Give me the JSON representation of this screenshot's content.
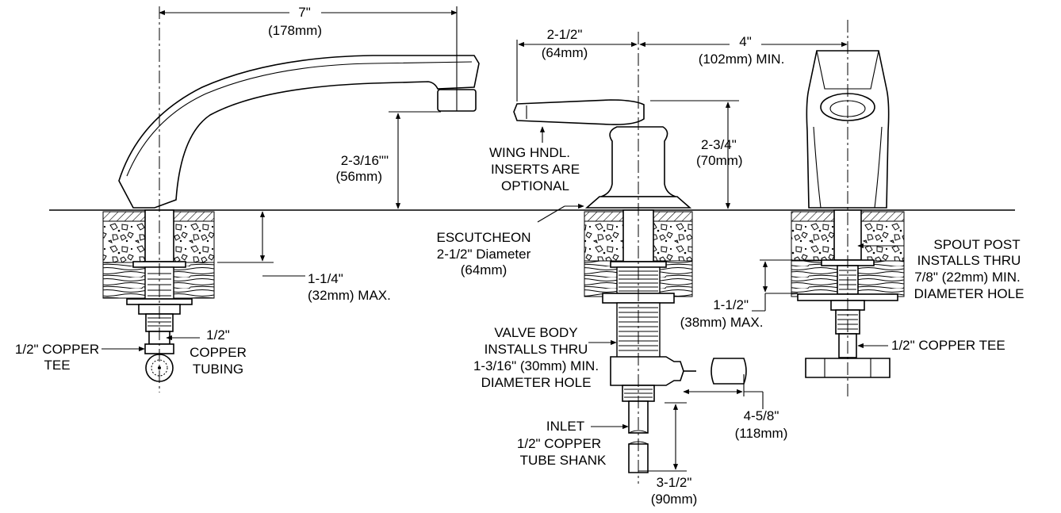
{
  "labels": {
    "dim_7in": "7\"",
    "dim_178mm": "(178mm)",
    "dim_2_3_16": "2-3/16\"\"",
    "dim_56mm": "(56mm)",
    "dim_1_1_4": "1-1/4\"",
    "dim_32mm_max": "(32mm) MAX.",
    "copper_tee_left_1": "1/2\" COPPER",
    "copper_tee_left_2": "TEE",
    "copper_tubing_1": "1/2\"",
    "copper_tubing_2": "COPPER",
    "copper_tubing_3": "TUBING",
    "dim_2_1_2": "2-1/2\"",
    "dim_64mm": "(64mm)",
    "dim_4in": "4\"",
    "dim_102mm_min": "(102mm) MIN.",
    "wing_1": "WING HNDL.",
    "wing_2": "INSERTS ARE",
    "wing_3": "OPTIONAL",
    "dim_2_3_4": "2-3/4\"",
    "dim_70mm": "(70mm)",
    "escutcheon_1": "ESCUTCHEON",
    "escutcheon_2": "2-1/2\" Diameter",
    "escutcheon_3": "(64mm)",
    "valve_1": "VALVE BODY",
    "valve_2": "INSTALLS THRU",
    "valve_3": "1-3/16\" (30mm) MIN.",
    "valve_4": "DIAMETER HOLE",
    "inlet_1": "INLET",
    "inlet_2": "1/2\" COPPER",
    "inlet_3": "TUBE SHANK",
    "dim_4_5_8": "4-5/8\"",
    "dim_118mm": "(118mm)",
    "dim_3_1_2": "3-1/2\"",
    "dim_90mm": "(90mm)",
    "dim_1_1_2": "1-1/2\"",
    "dim_38mm_max": "(38mm) MAX.",
    "spout_1": "SPOUT POST",
    "spout_2": "INSTALLS THRU",
    "spout_3": "7/8\" (22mm) MIN.",
    "spout_4": "DIAMETER HOLE",
    "copper_tee_right": "1/2\" COPPER TEE"
  }
}
